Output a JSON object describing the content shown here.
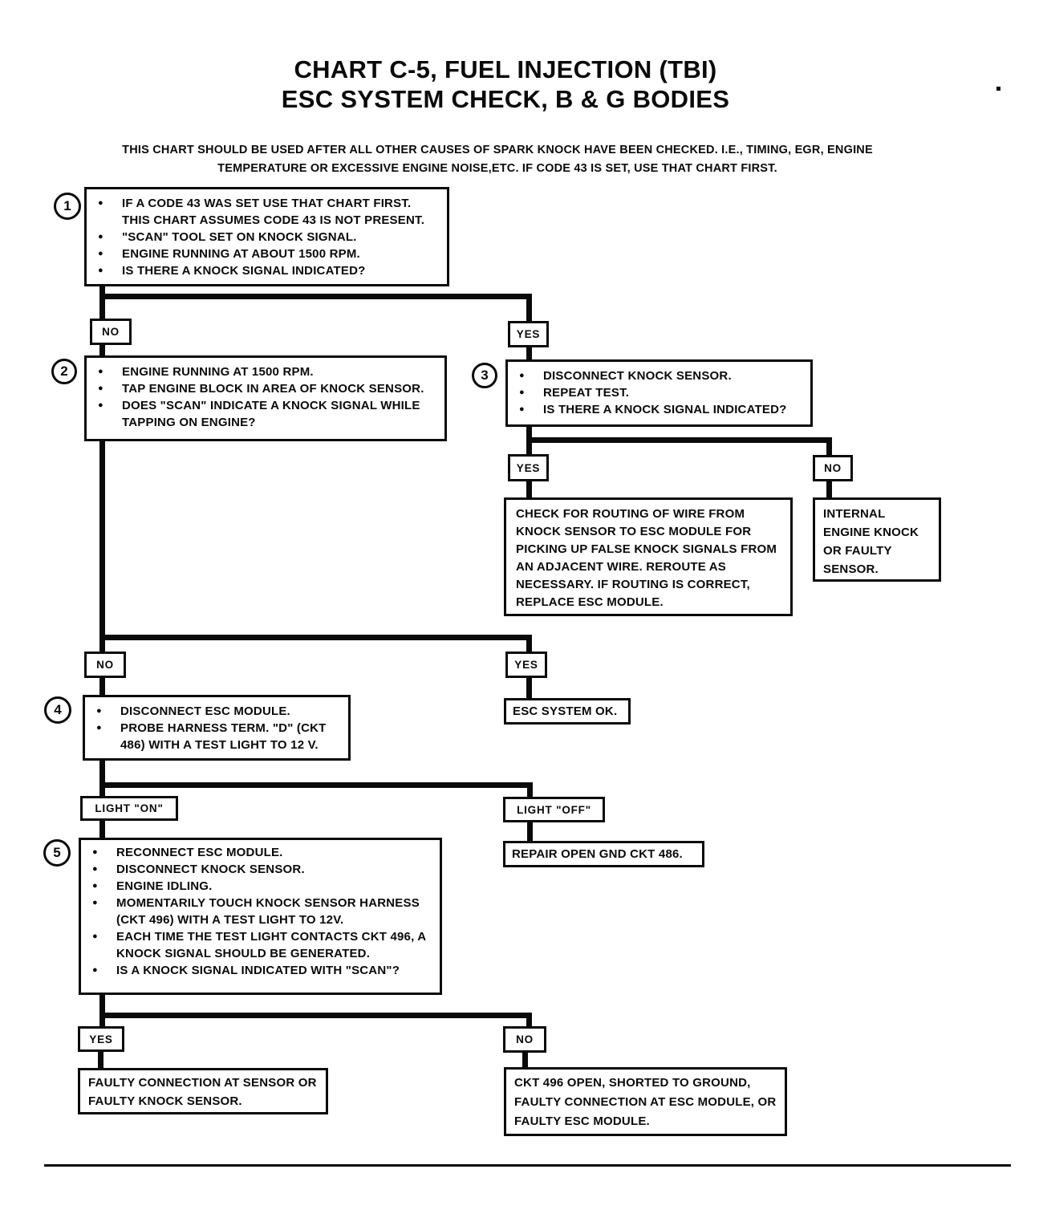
{
  "page": {
    "title_line1": "CHART C-5, FUEL INJECTION (TBI)",
    "title_line2": "ESC SYSTEM CHECK, B & G BODIES",
    "intro_line1": "THIS CHART SHOULD BE USED AFTER ALL OTHER CAUSES OF SPARK KNOCK HAVE BEEN CHECKED.  I.E., TIMING, EGR, ENGINE",
    "intro_line2": "TEMPERATURE OR EXCESSIVE ENGINE NOISE,ETC.  IF CODE 43 IS SET, USE THAT CHART FIRST.",
    "ink_color": "#0a0a0a",
    "paper_color": "#ffffff"
  },
  "glyphs": {
    "bullet": "●"
  },
  "flowchart": {
    "step1": {
      "number": "1",
      "bullets": [
        "IF A CODE 43 WAS SET USE THAT CHART FIRST. THIS CHART ASSUMES CODE 43 IS NOT PRESENT.",
        "\"SCAN\" TOOL SET ON KNOCK SIGNAL.",
        "ENGINE RUNNING AT ABOUT 1500 RPM.",
        "IS THERE A KNOCK SIGNAL INDICATED?"
      ]
    },
    "branch1": {
      "no": "NO",
      "yes": "YES"
    },
    "step2": {
      "number": "2",
      "bullets": [
        "ENGINE RUNNING AT 1500 RPM.",
        "TAP ENGINE BLOCK IN AREA OF KNOCK SENSOR.",
        "DOES \"SCAN\" INDICATE A KNOCK SIGNAL WHILE TAPPING ON ENGINE?"
      ]
    },
    "step3": {
      "number": "3",
      "bullets": [
        "DISCONNECT KNOCK SENSOR.",
        "REPEAT TEST.",
        "IS THERE A KNOCK SIGNAL INDICATED?"
      ]
    },
    "branch3": {
      "yes": "YES",
      "no": "NO"
    },
    "routing_result": "CHECK FOR ROUTING OF WIRE FROM KNOCK SENSOR TO ESC MODULE FOR PICKING UP FALSE KNOCK SIGNALS FROM AN ADJACENT WIRE.  REROUTE AS NECESSARY.  IF ROUTING IS CORRECT, REPLACE ESC MODULE.",
    "internal_knock_result": "INTERNAL ENGINE KNOCK OR FAULTY SENSOR.",
    "branch2": {
      "no": "NO",
      "yes": "YES"
    },
    "step4": {
      "number": "4",
      "bullets": [
        "DISCONNECT ESC MODULE.",
        "PROBE HARNESS TERM. \"D\" (CKT 486) WITH A TEST LIGHT TO 12 V."
      ]
    },
    "esc_ok_result": "ESC SYSTEM OK.",
    "light_branch": {
      "on": "LIGHT \"ON\"",
      "off": "LIGHT \"OFF\""
    },
    "step5": {
      "number": "5",
      "bullets": [
        "RECONNECT ESC MODULE.",
        "DISCONNECT KNOCK SENSOR.",
        "ENGINE IDLING.",
        "MOMENTARILY TOUCH KNOCK SENSOR HARNESS (CKT 496) WITH A TEST LIGHT TO 12V.",
        "EACH TIME THE TEST LIGHT CONTACTS CKT 496, A KNOCK SIGNAL SHOULD BE GENERATED.",
        "IS A KNOCK SIGNAL INDICATED WITH \"SCAN\"?"
      ]
    },
    "repair_gnd_result": "REPAIR OPEN GND CKT 486.",
    "branch5": {
      "yes": "YES",
      "no": "NO"
    },
    "faulty_sensor_result": "FAULTY CONNECTION AT SENSOR OR FAULTY KNOCK SENSOR.",
    "ckt496_result": "CKT 496 OPEN, SHORTED TO GROUND, FAULTY CONNECTION AT ESC MODULE, OR FAULTY ESC MODULE."
  }
}
